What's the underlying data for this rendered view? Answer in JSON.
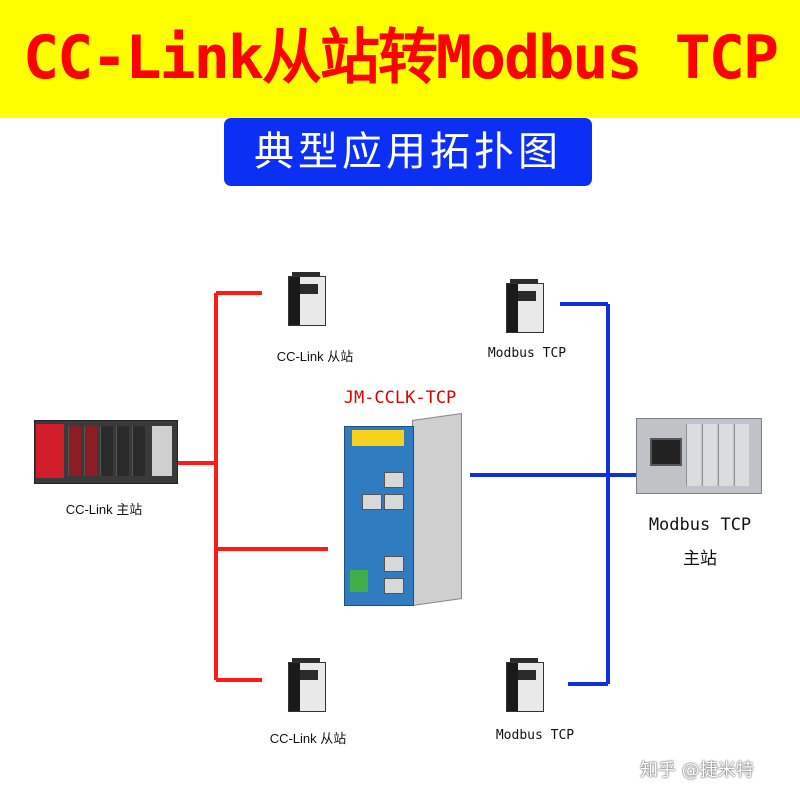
{
  "header": {
    "title": "CC-Link从站转Modbus TCP",
    "subtitle": "典型应用拓扑图",
    "colors": {
      "band": "#ffff00",
      "title": "#ff0000",
      "subtitle_bg": "#0b2ff5",
      "subtitle_text": "#ffffff"
    }
  },
  "diagram": {
    "gateway_model": "JM-CCLK-TCP",
    "cclink_master": {
      "label": "CC-Link 主站",
      "icon": "plc-rack-icon"
    },
    "cclink_slaves": [
      {
        "label": "CC-Link 从站",
        "icon": "servo-drive-icon"
      },
      {
        "label": "CC-Link 从站",
        "icon": "servo-drive-icon"
      }
    ],
    "modbus_slaves": [
      {
        "label": "Modbus TCP",
        "icon": "servo-drive-icon"
      },
      {
        "label": "Modbus TCP",
        "icon": "servo-drive-icon"
      }
    ],
    "modbus_master": {
      "label_line1": "Modbus TCP",
      "label_line2": "主站",
      "icon": "s7-plc-icon"
    },
    "wire_colors": {
      "cclink": "#ff1a1a",
      "modbus": "#1030e0"
    }
  },
  "watermark": "知乎 @捷米特"
}
